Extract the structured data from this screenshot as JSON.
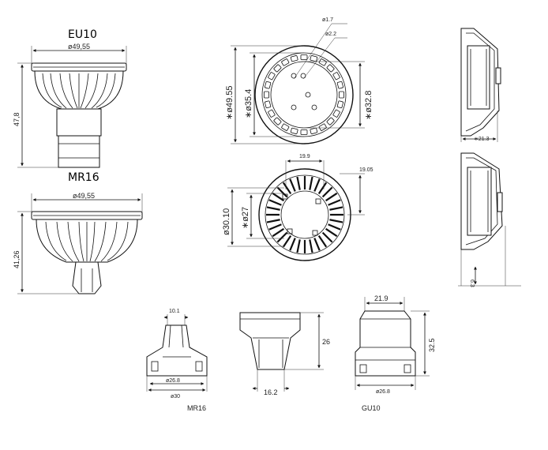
{
  "labels": {
    "eu10_title": "EU10",
    "mr16_title": "MR16",
    "mr16_bottom": "MR16",
    "gu10_bottom": "GU10"
  },
  "dims": {
    "eu10_diameter": "ø49,55",
    "eu10_height": "47,8",
    "mr16_diameter": "ø49,55",
    "mr16_height": "41,26",
    "front_outer": "∗ø49.55",
    "front_mid": "∗ø35.4",
    "front_inner": "∗ø32.8",
    "front_hole1": "ø1.7",
    "front_hole2": "ø2.2",
    "back_width": "19.9",
    "back_side": "19.05",
    "back_outer": "ø30.10",
    "back_inner": "∗ø27",
    "side_depth": "∗21.3",
    "side_step": "6.3",
    "pin_top": "10.1",
    "pin_base_inner": "ø26.8",
    "pin_base_outer": "ø30",
    "neck_height": "26",
    "neck_width": "16.2",
    "gu10_top": "21.9",
    "gu10_height": "32.5",
    "gu10_base": "ø26.8"
  }
}
